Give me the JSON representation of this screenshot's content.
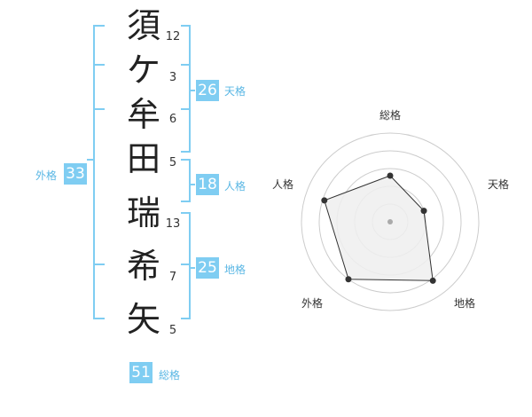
{
  "name_characters": [
    {
      "char": "須",
      "strokes": "12"
    },
    {
      "char": "ケ",
      "strokes": "3"
    },
    {
      "char": "牟",
      "strokes": "6"
    },
    {
      "char": "田",
      "strokes": "5"
    },
    {
      "char": "瑞",
      "strokes": "13"
    },
    {
      "char": "希",
      "strokes": "7"
    },
    {
      "char": "矢",
      "strokes": "5"
    }
  ],
  "fortune": {
    "tenkaku": {
      "value": "26",
      "label": "天格"
    },
    "jinkaku": {
      "value": "18",
      "label": "人格"
    },
    "chikaku": {
      "value": "25",
      "label": "地格"
    },
    "gaikaku": {
      "value": "33",
      "label": "外格"
    },
    "soukaku": {
      "value": "51",
      "label": "総格"
    }
  },
  "radar": {
    "labels": {
      "top": "総格",
      "right": "天格",
      "bottom_right": "地格",
      "bottom_left": "外格",
      "left": "人格"
    },
    "levels": 5,
    "values": {
      "soukaku": 2.6,
      "tenkaku": 2.0,
      "chikaku": 4.1,
      "gaikaku": 4.0,
      "jinkaku": 3.9
    },
    "colors": {
      "fill": "#eeeeee",
      "grid": "#cccccc",
      "line": "#333333",
      "point": "#333333",
      "bracket": "#7fcdf2",
      "center": "#aaaaaa"
    }
  }
}
